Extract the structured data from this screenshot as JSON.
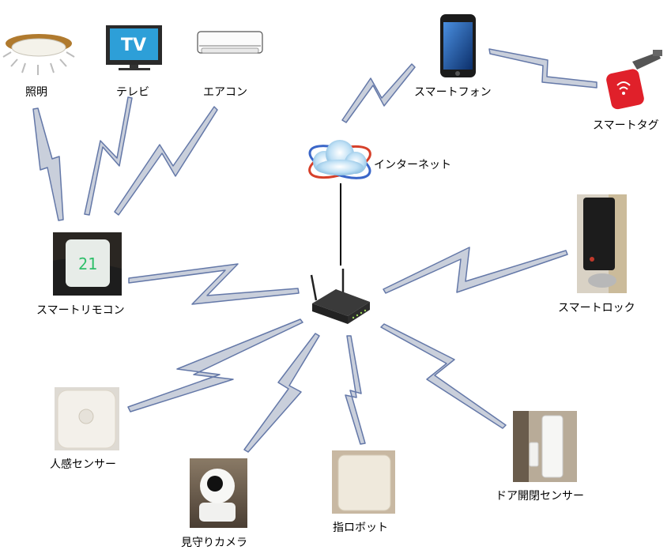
{
  "labels": {
    "light": "照明",
    "tv": "テレビ",
    "tv_screen_text": "TV",
    "aircon": "エアコン",
    "smartphone": "スマートフォン",
    "smarttag": "スマートタグ",
    "internet": "インターネット",
    "smartremote": "スマートリモコン",
    "remote_display": "21",
    "smartlock": "スマートロック",
    "motion_sensor": "人感センサー",
    "camera": "見守りカメラ",
    "finger_bot": "指ロボット",
    "door_sensor": "ドア開閉センサー"
  },
  "colors": {
    "wireless_fill": "#c9cfdb",
    "wireless_stroke": "#6478a8",
    "wire": "#000000"
  }
}
